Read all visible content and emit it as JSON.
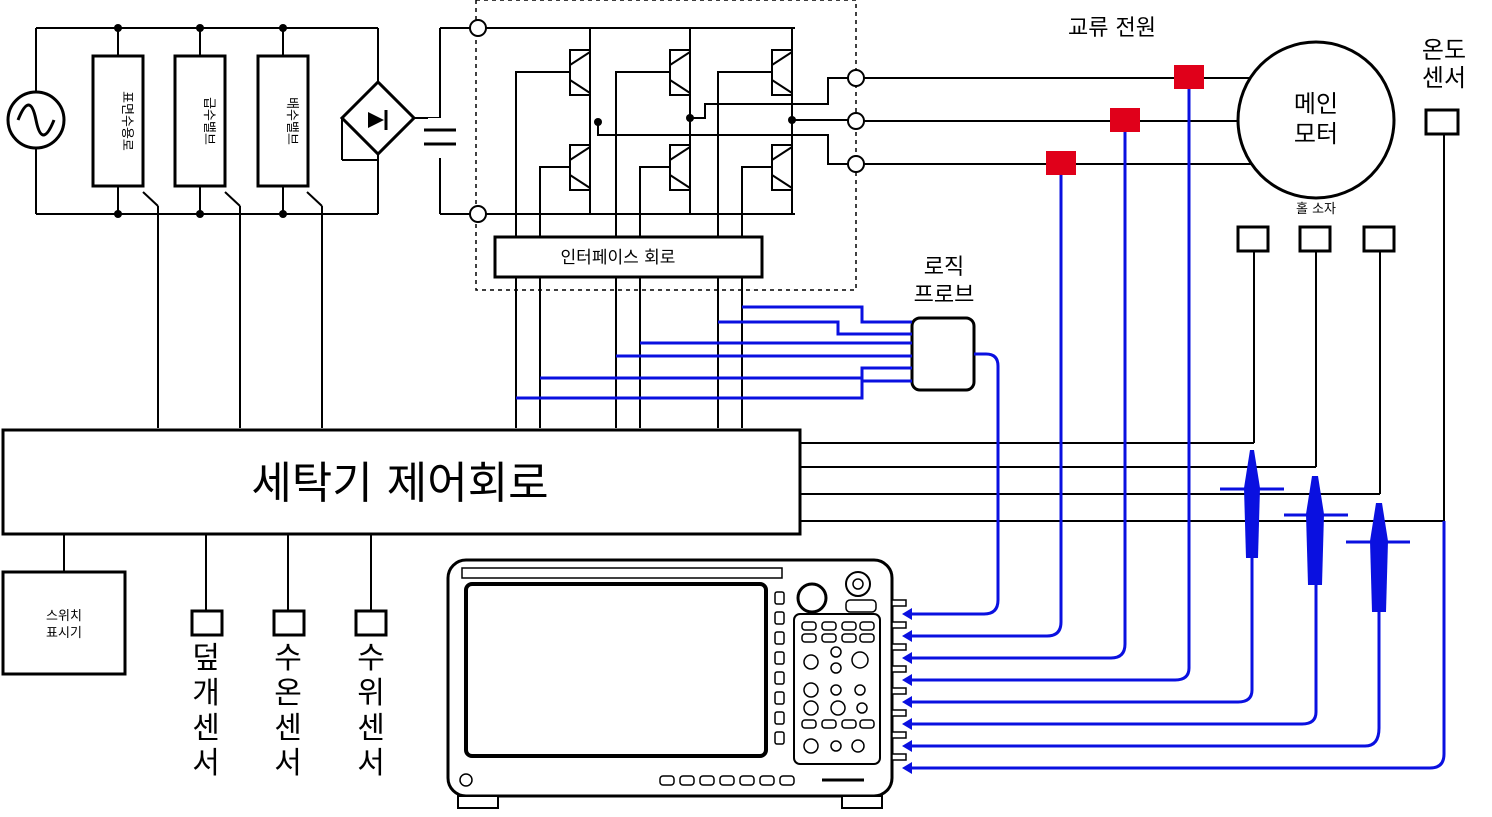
{
  "labels": {
    "ac_power": "교류 전원",
    "temp_sensor_line1": "온도",
    "temp_sensor_line2": "센서",
    "main_motor_line1": "메인",
    "main_motor_line2": "모터",
    "hall_element": "홀 소자",
    "logic_probe_line1": "로직",
    "logic_probe_line2": "프로브",
    "interface_circuit": "인터페이스 회로",
    "control_circuit": "세탁기 제어회로",
    "switch_display_line1": "스위치",
    "switch_display_line2": "표시기",
    "lid_sensor": [
      "덮",
      "개",
      "센",
      "서"
    ],
    "water_temp_sensor": [
      "수",
      "온",
      "센",
      "서"
    ],
    "water_level_sensor": [
      "수",
      "위",
      "센",
      "서"
    ],
    "valve_1": "표면수용로",
    "valve_2": "급수밸브",
    "valve_3": "배수밸브"
  },
  "colors": {
    "probe_wire": "#0a10e0",
    "current_probe": "#e0001a"
  },
  "icons": [
    "ac-source-icon",
    "bridge-rectifier-icon",
    "capacitor-icon",
    "transistor-icon",
    "oscilloscope-icon"
  ]
}
